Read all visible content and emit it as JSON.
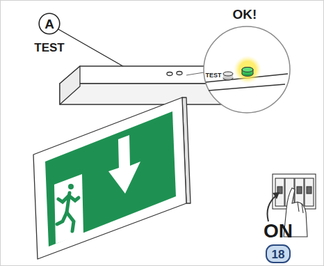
{
  "diagram": {
    "nodes": [
      {
        "text": [
          "A",
          "TEST"
        ]
      },
      {
        "text": [
          "18"
        ]
      }
    ],
    "labels": [
      "OK!",
      "TEST",
      "ON"
    ]
  }
}
